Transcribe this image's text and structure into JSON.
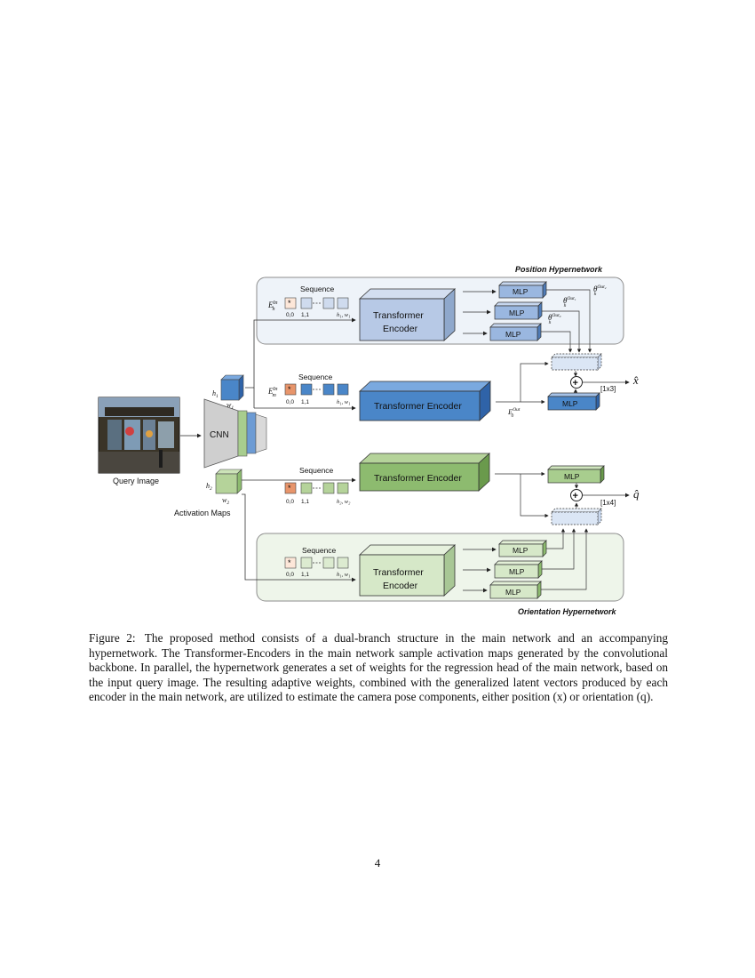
{
  "figure": {
    "query_image_label": "Query Image",
    "activation_maps_label": "Activation Maps",
    "cnn_label": "CNN",
    "h1": "h",
    "h1_sub": "1",
    "w1": "w",
    "w1_sub": "1",
    "h2": "h",
    "h2_sub": "2",
    "w2": "w",
    "w2_sub": "2",
    "sequence_label": "Sequence",
    "token_first": "0,0",
    "token_second": "1,1",
    "token_last_pos": "h₁, w₁",
    "token_last_ori": "h₂, w₂",
    "star": "*",
    "position_hypernetwork_label": "Position Hypernetwork",
    "orientation_hypernetwork_label": "Orientation Hypernetwork",
    "transformer_line1": "Transformer",
    "transformer_line2": "Encoder",
    "transformer_encoder_label": "Transformer Encoder",
    "mlp_label": "MLP",
    "plus_symbol": "+",
    "dim_position": "[1x3]",
    "dim_orientation": "[1x4]",
    "x_hat": "x̂",
    "q_hat": "q̂",
    "E_h_in": "E",
    "E_m_in": "E",
    "E_0_out": "E",
    "sub_h": "h",
    "sub_m": "m",
    "sub_0": "0",
    "sup_in": "In",
    "sup_out": "Out",
    "theta": "θ",
    "out0": "Out₀",
    "out1": "Out₁",
    "out2": "Out₂"
  },
  "caption": {
    "label": "Figure 2:",
    "text": "The proposed method consists of a dual-branch structure in the main network and an accompanying hypernetwork. The Transformer-Encoders in the main network sample activation maps generated by the convolutional backbone. In parallel, the hypernetwork generates a set of weights for the regression head of the main network, based on the input query image. The resulting adaptive weights, combined with the generalized latent vectors produced by each encoder in the main network, are utilized to estimate the camera pose components, either position (x) or orientation (q)."
  },
  "page_number": "4",
  "colors": {
    "position_panel": "#eef3f9",
    "orientation_panel": "#eef5ea",
    "blue_encoder": "#4a86c8",
    "light_blue": "#b7c9e6",
    "green_encoder": "#8dbb6f",
    "light_green": "#d6e8c8",
    "mlp_blue": "#7fa7d9",
    "mlp_green": "#b5d39a",
    "token_orange": "#e8956b"
  }
}
